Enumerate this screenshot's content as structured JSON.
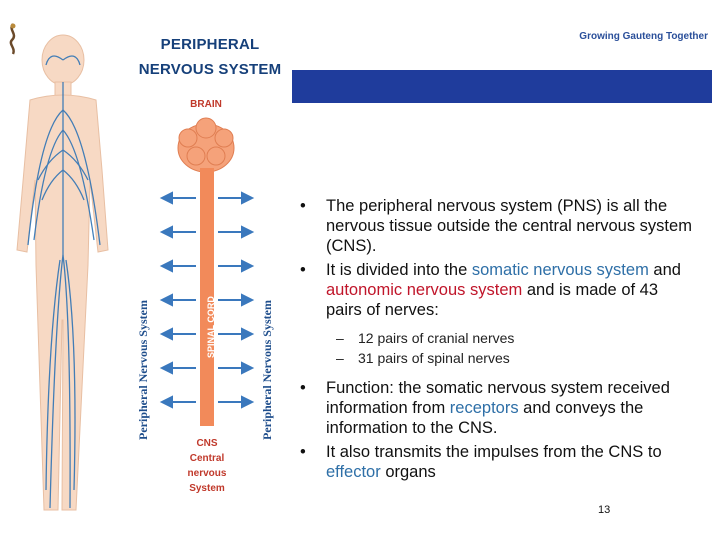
{
  "header": {
    "tagline": "Growing Gauteng Together",
    "bar_color": "#1f3c9c"
  },
  "illustration": {
    "title_line1": "PERIPHERAL",
    "title_line2": "NERVOUS SYSTEM",
    "brain_label": "BRAIN",
    "spinal_cord_label": "SPINAL CORD",
    "left_side_label": "Peripheral Nervous System",
    "right_side_label": "Peripheral Nervous System",
    "cns_label_lines": [
      "CNS",
      "Central",
      "nervous",
      "System"
    ],
    "colors": {
      "nerves": "#2f74b5",
      "cord": "#f28a5a",
      "brain": "#f5a27a",
      "skin": "#f7d9c4"
    }
  },
  "content": {
    "bullet1": {
      "text": "The peripheral nervous system (PNS) is all the nervous tissue outside the central nervous system (CNS)."
    },
    "bullet2": {
      "pre": "It is divided into the ",
      "somatic": "somatic nervous system",
      "and": " and ",
      "autonomic": "autonomic nervous system",
      "post": " and is made of 43 pairs of nerves:"
    },
    "subitems": [
      "12 pairs of cranial nerves",
      "31 pairs of spinal nerves"
    ],
    "bullet3": {
      "bold": "Function",
      "pre": ": the somatic nervous system received information from ",
      "receptors": "receptors",
      "post": " and conveys the information to the CNS."
    },
    "bullet4": {
      "pre": "It also transmits the impulses from the CNS to ",
      "effector": "effector",
      "post": " organs"
    }
  },
  "bullet_symbol": "•",
  "sub_symbol": "–",
  "page_number": "13"
}
